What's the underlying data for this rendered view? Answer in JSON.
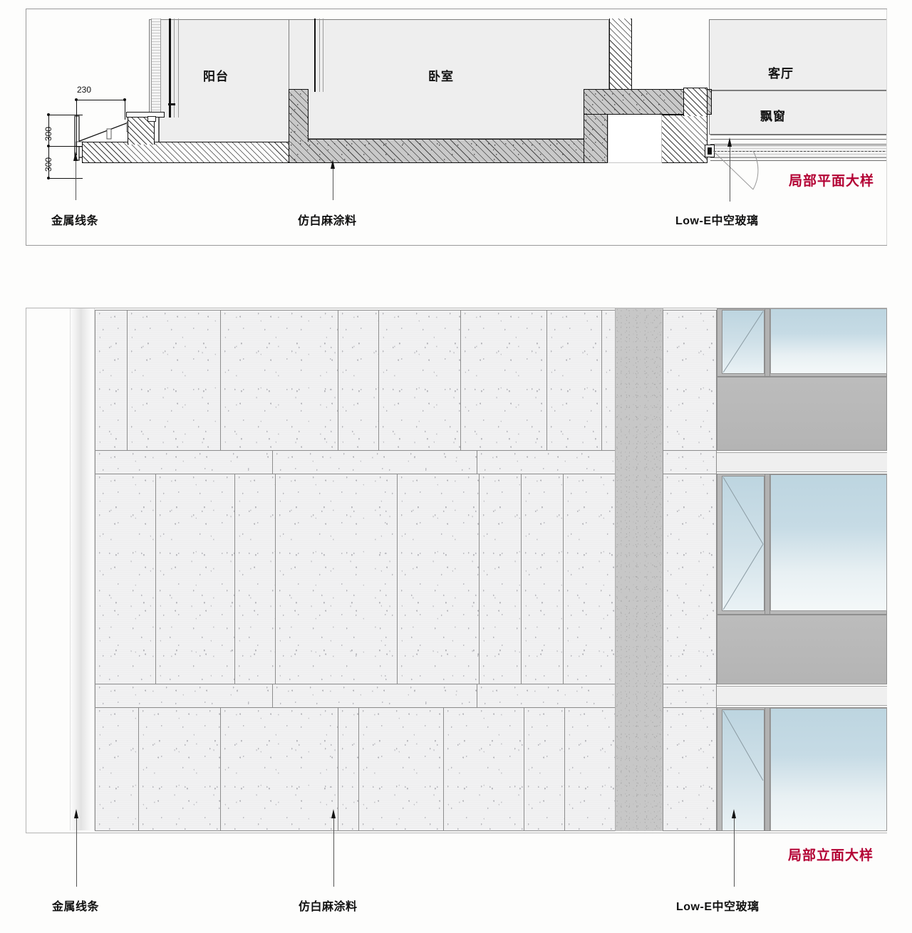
{
  "drawing": {
    "sheet_type": "architectural-detail",
    "accent_color": "#b30033"
  },
  "plan": {
    "title": "局部平面大样",
    "rooms": [
      {
        "name": "阳台"
      },
      {
        "name": "卧室"
      },
      {
        "name": "客厅"
      },
      {
        "name": "飘窗"
      }
    ],
    "dimensions": {
      "horizontal": "230",
      "vertical_upper": "300",
      "vertical_lower": "300"
    },
    "callouts": [
      {
        "label": "金属线条"
      },
      {
        "label": "仿白麻涂料"
      },
      {
        "label": "Low-E中空玻璃"
      }
    ]
  },
  "elevation": {
    "title": "局部立面大样",
    "callouts": [
      {
        "label": "金属线条"
      },
      {
        "label": "仿白麻涂料"
      },
      {
        "label": "Low-E中空玻璃"
      }
    ],
    "materials": {
      "stone_panel": "#f1f1f2",
      "pilaster": "#c7c7c7",
      "glass": "#c6dbe5",
      "spandrel": "#b8b8b8",
      "frame": "#b9b9b9"
    }
  }
}
